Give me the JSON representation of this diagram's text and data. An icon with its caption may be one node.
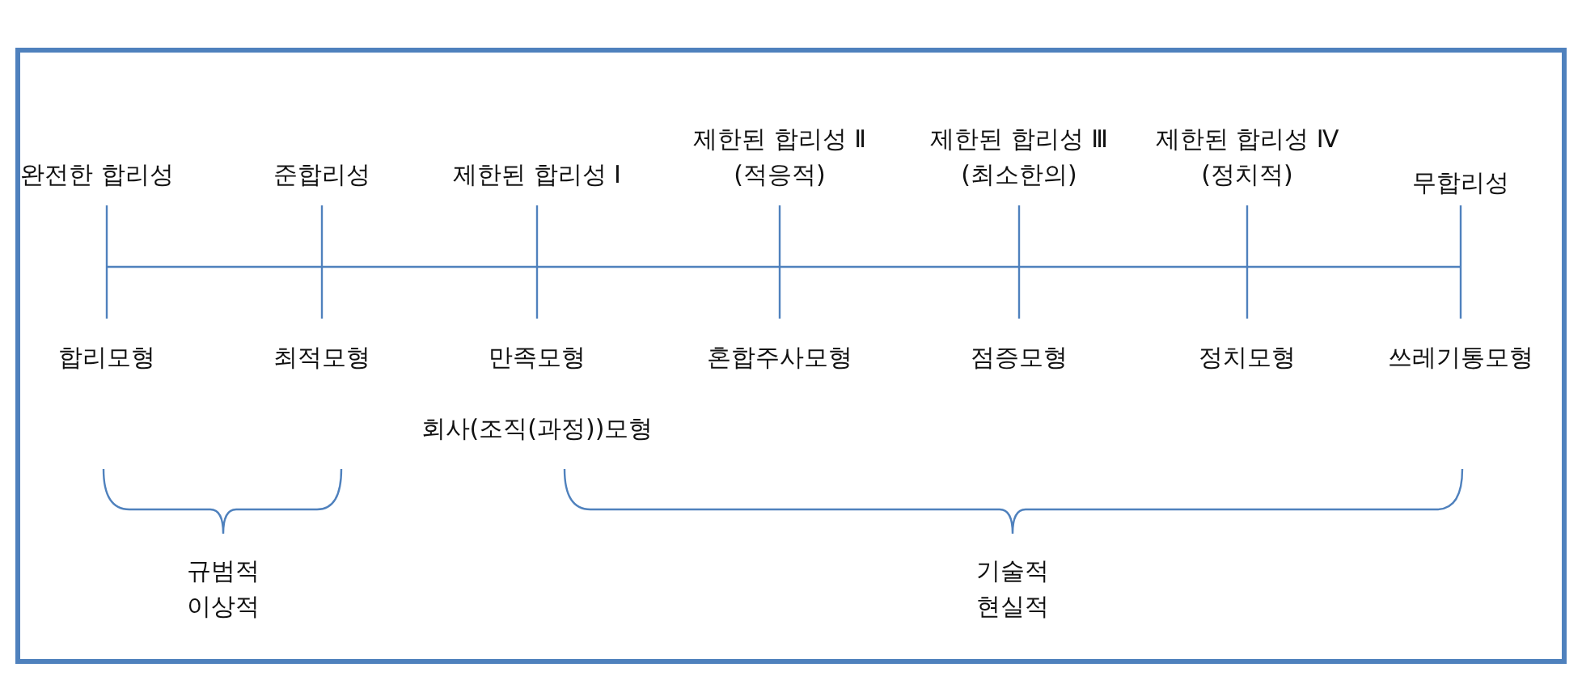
{
  "diagram": {
    "labels": [
      "완전한 합리성",
      "준합리성",
      "제한된 합리성 Ⅰ",
      "제한된 합리성 Ⅱ (적응적)",
      "제한된 합리성 Ⅲ (최소한의)",
      "제한된 합리성 Ⅳ (정치적)",
      "무합리성",
      "합리모형",
      "최적모형",
      "만족모형",
      "혼합주사모형",
      "점증모형",
      "정치모형",
      "쓰레기통모형",
      "회사(조직(과정))모형",
      "규범적 이상적",
      "기술적 현실적"
    ]
  }
}
